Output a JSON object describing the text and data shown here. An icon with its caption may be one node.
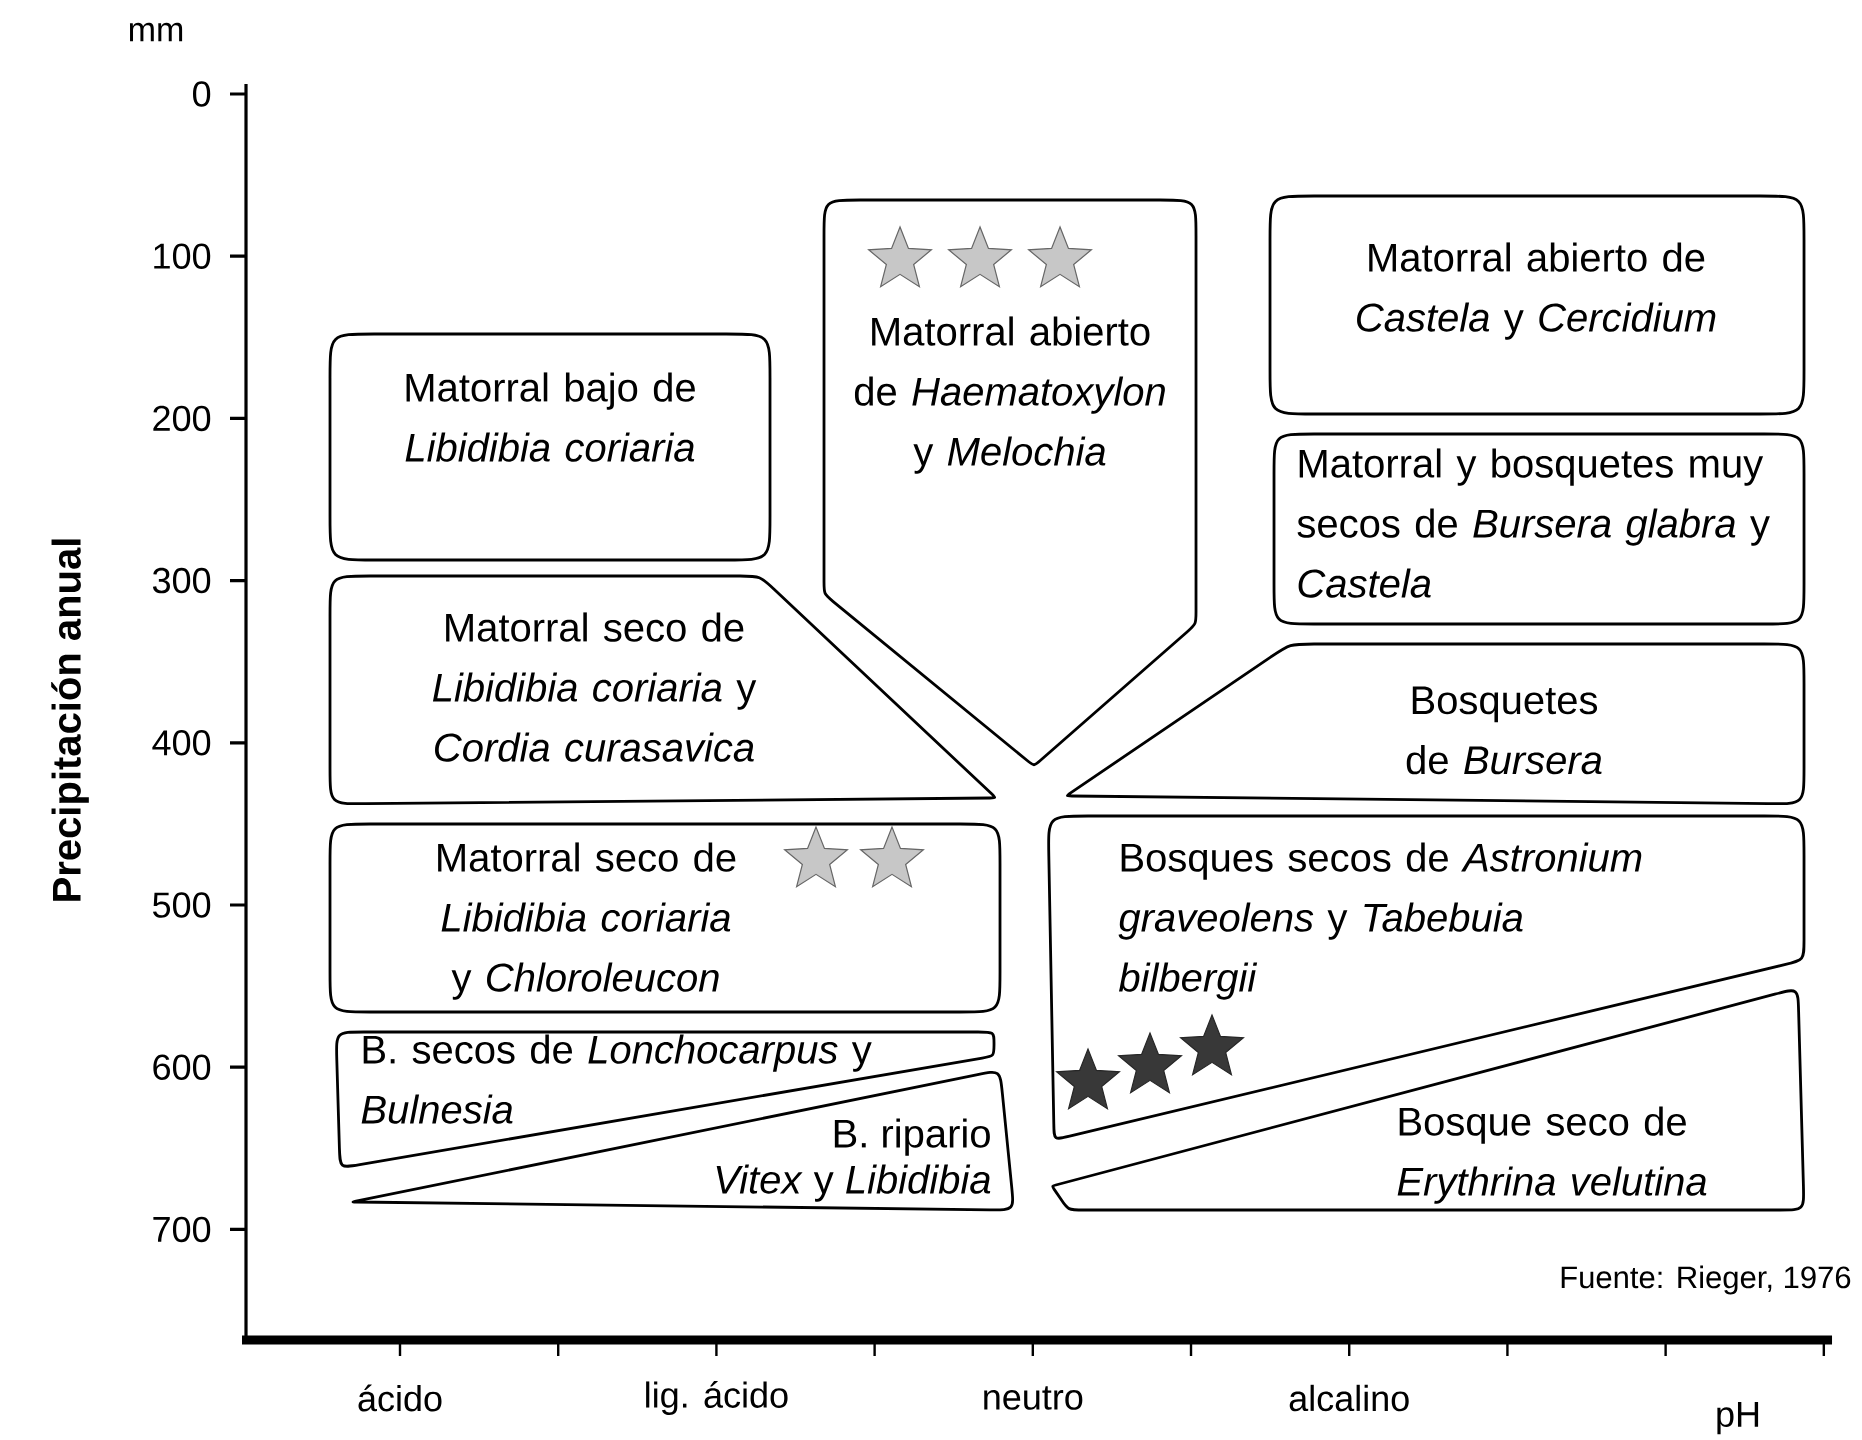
{
  "diagram": {
    "nodes": [
      {
        "text": [
          "Matorral abierto de *Haematoxylon* y *Melochia*"
        ]
      },
      {
        "text": [
          "Matorral abierto de *Castela* y *Cercidium*"
        ]
      },
      {
        "text": [
          "Matorral bajo de *Libidibia coriaria*"
        ]
      },
      {
        "text": [
          "Matorral y bosquetes muy secos de *Bursera glabra* y *Castela*"
        ]
      },
      {
        "text": [
          "Matorral seco de *Libidibia coriaria* y *Cordia curasavica*"
        ]
      },
      {
        "text": [
          "Bosquetes de *Bursera*"
        ]
      },
      {
        "text": [
          "Matorral seco de *Libidibia coriaria* y *Chloroleucon*"
        ]
      },
      {
        "text": [
          "Bosques secos de *Astronium graveolens* y *Tabebuia bilbergii*"
        ]
      },
      {
        "text": [
          "B. secos de *Lonchocarpus* y *Bulnesia*"
        ]
      },
      {
        "text": [
          "B. ripario",
          "*Vitex* y *Libidibia*"
        ]
      },
      {
        "text": [
          "Bosque seco de *Erythrina velutina*"
        ]
      }
    ],
    "labels": [
      "mm",
      "0",
      "100",
      "200",
      "300",
      "400",
      "500",
      "600",
      "700",
      "Precipitación anual",
      "Fuente: Rieger, 1976",
      "ácido",
      "lig. ácido",
      "neutro",
      "alcalino",
      "pH"
    ]
  }
}
